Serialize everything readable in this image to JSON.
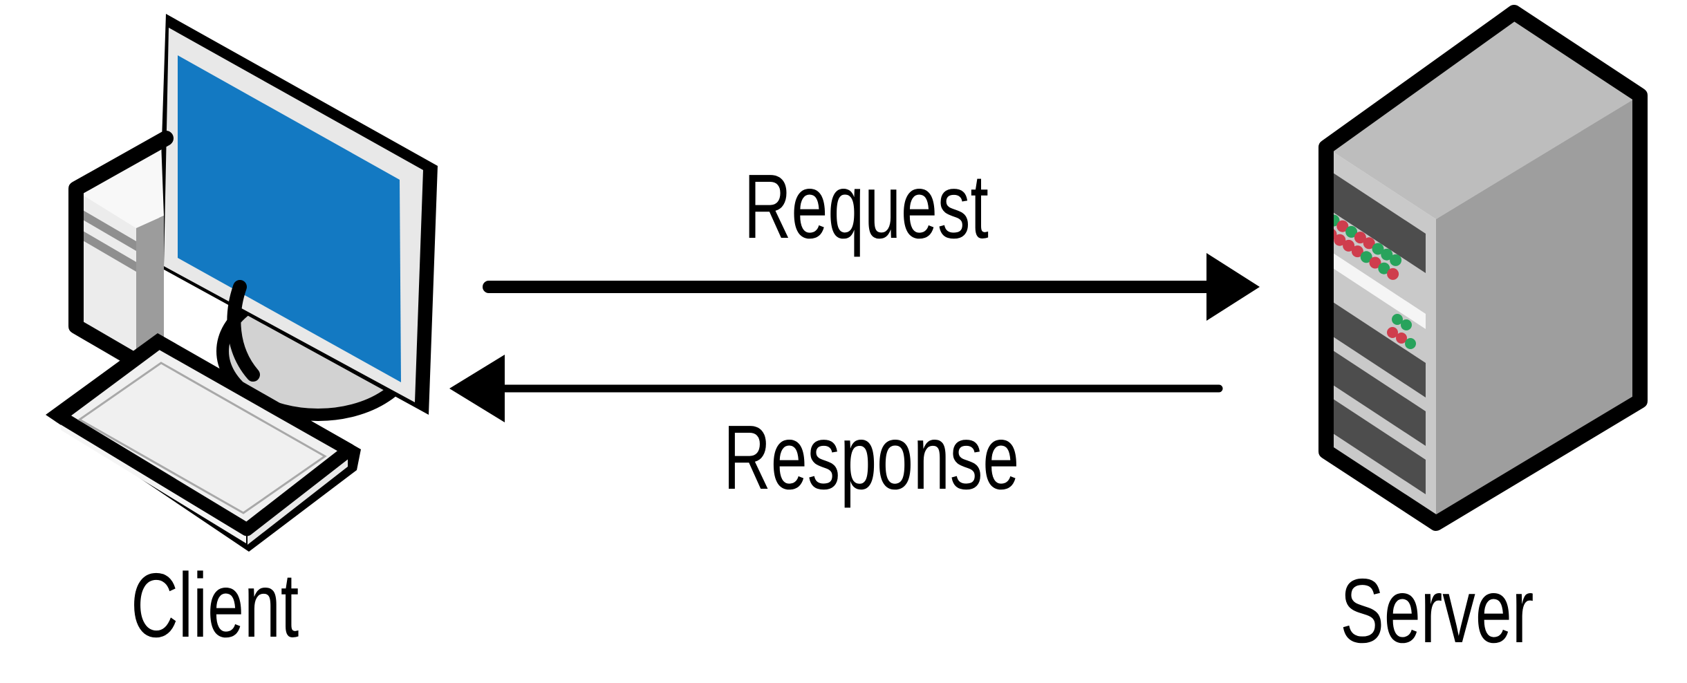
{
  "diagram": {
    "type": "client-server-request-response",
    "background": "#ffffff",
    "nodes": [
      {
        "id": "client",
        "label": "Client",
        "icon": "desktop-computer-icon",
        "screen_color": "#1379c2"
      },
      {
        "id": "server",
        "label": "Server",
        "icon": "server-tower-icon",
        "led_red": "#cf3d4d",
        "led_green": "#28a35c"
      }
    ],
    "arrows": [
      {
        "id": "request",
        "label": "Request",
        "from": "client",
        "to": "server",
        "direction": "right",
        "color": "#000000"
      },
      {
        "id": "response",
        "label": "Response",
        "from": "server",
        "to": "client",
        "direction": "left",
        "color": "#000000"
      }
    ],
    "server_leds": {
      "main_rows": [
        [
          "g",
          "r",
          "g",
          "r",
          "r",
          "g",
          "g",
          "g"
        ],
        [
          "r",
          "r",
          "r",
          "r",
          "g",
          "r",
          "g",
          "r"
        ]
      ],
      "small_rows": [
        [
          "g",
          "g"
        ],
        [
          "r",
          "r",
          "g"
        ]
      ]
    }
  }
}
